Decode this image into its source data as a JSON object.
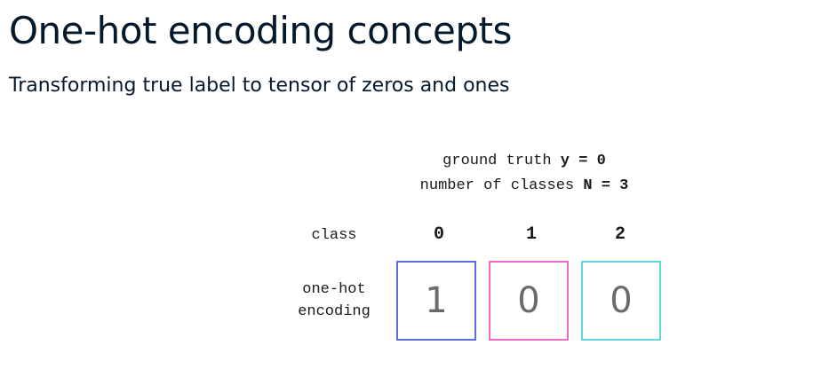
{
  "slide": {
    "title": "One-hot encoding concepts",
    "subtitle": "Transforming true label to tensor of zeros and ones"
  },
  "info": {
    "ground_truth_prefix": "ground truth ",
    "ground_truth_value": "y = 0",
    "num_classes_prefix": "number of classes ",
    "num_classes_value": "N = 3"
  },
  "labels": {
    "class": "class",
    "onehot_line1": "one-hot",
    "onehot_line2": "encoding"
  },
  "classes": [
    {
      "index": "0",
      "value": "1",
      "color": "#5b6ee1"
    },
    {
      "index": "1",
      "value": "0",
      "color": "#f06bc5"
    },
    {
      "index": "2",
      "value": "0",
      "color": "#5fd8e0"
    }
  ]
}
